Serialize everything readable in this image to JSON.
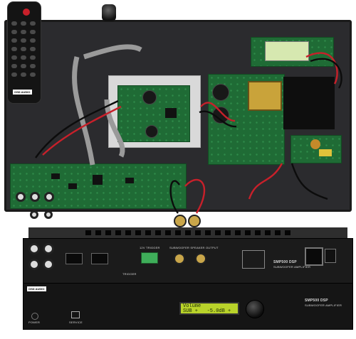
{
  "remote": {
    "brand": "OSD AUDIO"
  },
  "rear_panel": {
    "section_labels": [
      "TRIGGER",
      "12V TRIGGER",
      "SUBWOOFER SPEAKER OUTPUT"
    ],
    "model": "SMP500 DSP",
    "model_sub": "SUBWOOFER AMPLIFIER"
  },
  "front_panel": {
    "brand": "OSD AUDIO",
    "power_label": "POWER",
    "service_label": "SERVICE",
    "model": "SMP500 DSP",
    "model_sub": "SUBWOOFER AMPLIFIER",
    "lcd_line1": "Volume",
    "lcd_line2": "SUB +   -5.0dB +"
  }
}
